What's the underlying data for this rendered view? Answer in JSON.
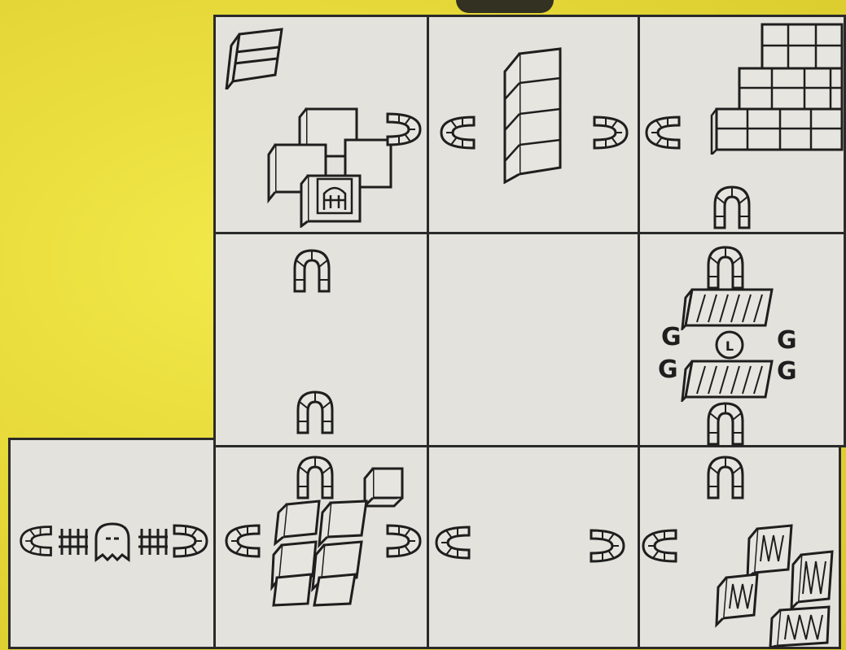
{
  "map": {
    "rooms": [
      {
        "row": 1,
        "col": 1,
        "contents": [
          "block",
          "block-cluster",
          "caged-creature",
          "door-right"
        ]
      },
      {
        "row": 1,
        "col": 2,
        "contents": [
          "door-left",
          "pillar",
          "door-right"
        ]
      },
      {
        "row": 1,
        "col": 3,
        "contents": [
          "door-left",
          "staircase",
          "door-down"
        ]
      },
      {
        "row": 2,
        "col": 1,
        "contents": [
          "door-up",
          "door-down"
        ]
      },
      {
        "row": 2,
        "col": 2,
        "contents": []
      },
      {
        "row": 2,
        "col": 3,
        "contents": [
          "door-up",
          "platform",
          "guardians",
          "orb",
          "platform",
          "door-down"
        ]
      },
      {
        "row": 3,
        "col": 0,
        "contents": [
          "door-left",
          "grate",
          "ghost",
          "grate",
          "door-right"
        ]
      },
      {
        "row": 3,
        "col": 1,
        "contents": [
          "door-left",
          "door-up",
          "block",
          "block-cluster",
          "door-right"
        ]
      },
      {
        "row": 3,
        "col": 2,
        "contents": [
          "door-left",
          "door-right"
        ]
      },
      {
        "row": 3,
        "col": 3,
        "contents": [
          "door-left",
          "door-up",
          "crate-stack"
        ]
      }
    ],
    "guardian_letters": [
      "G",
      "G",
      "G",
      "G"
    ],
    "orb_label": "L",
    "colors": {
      "background": "#e8dc3c",
      "room": "#e3e2dc",
      "ink": "#1e1e1e"
    }
  }
}
